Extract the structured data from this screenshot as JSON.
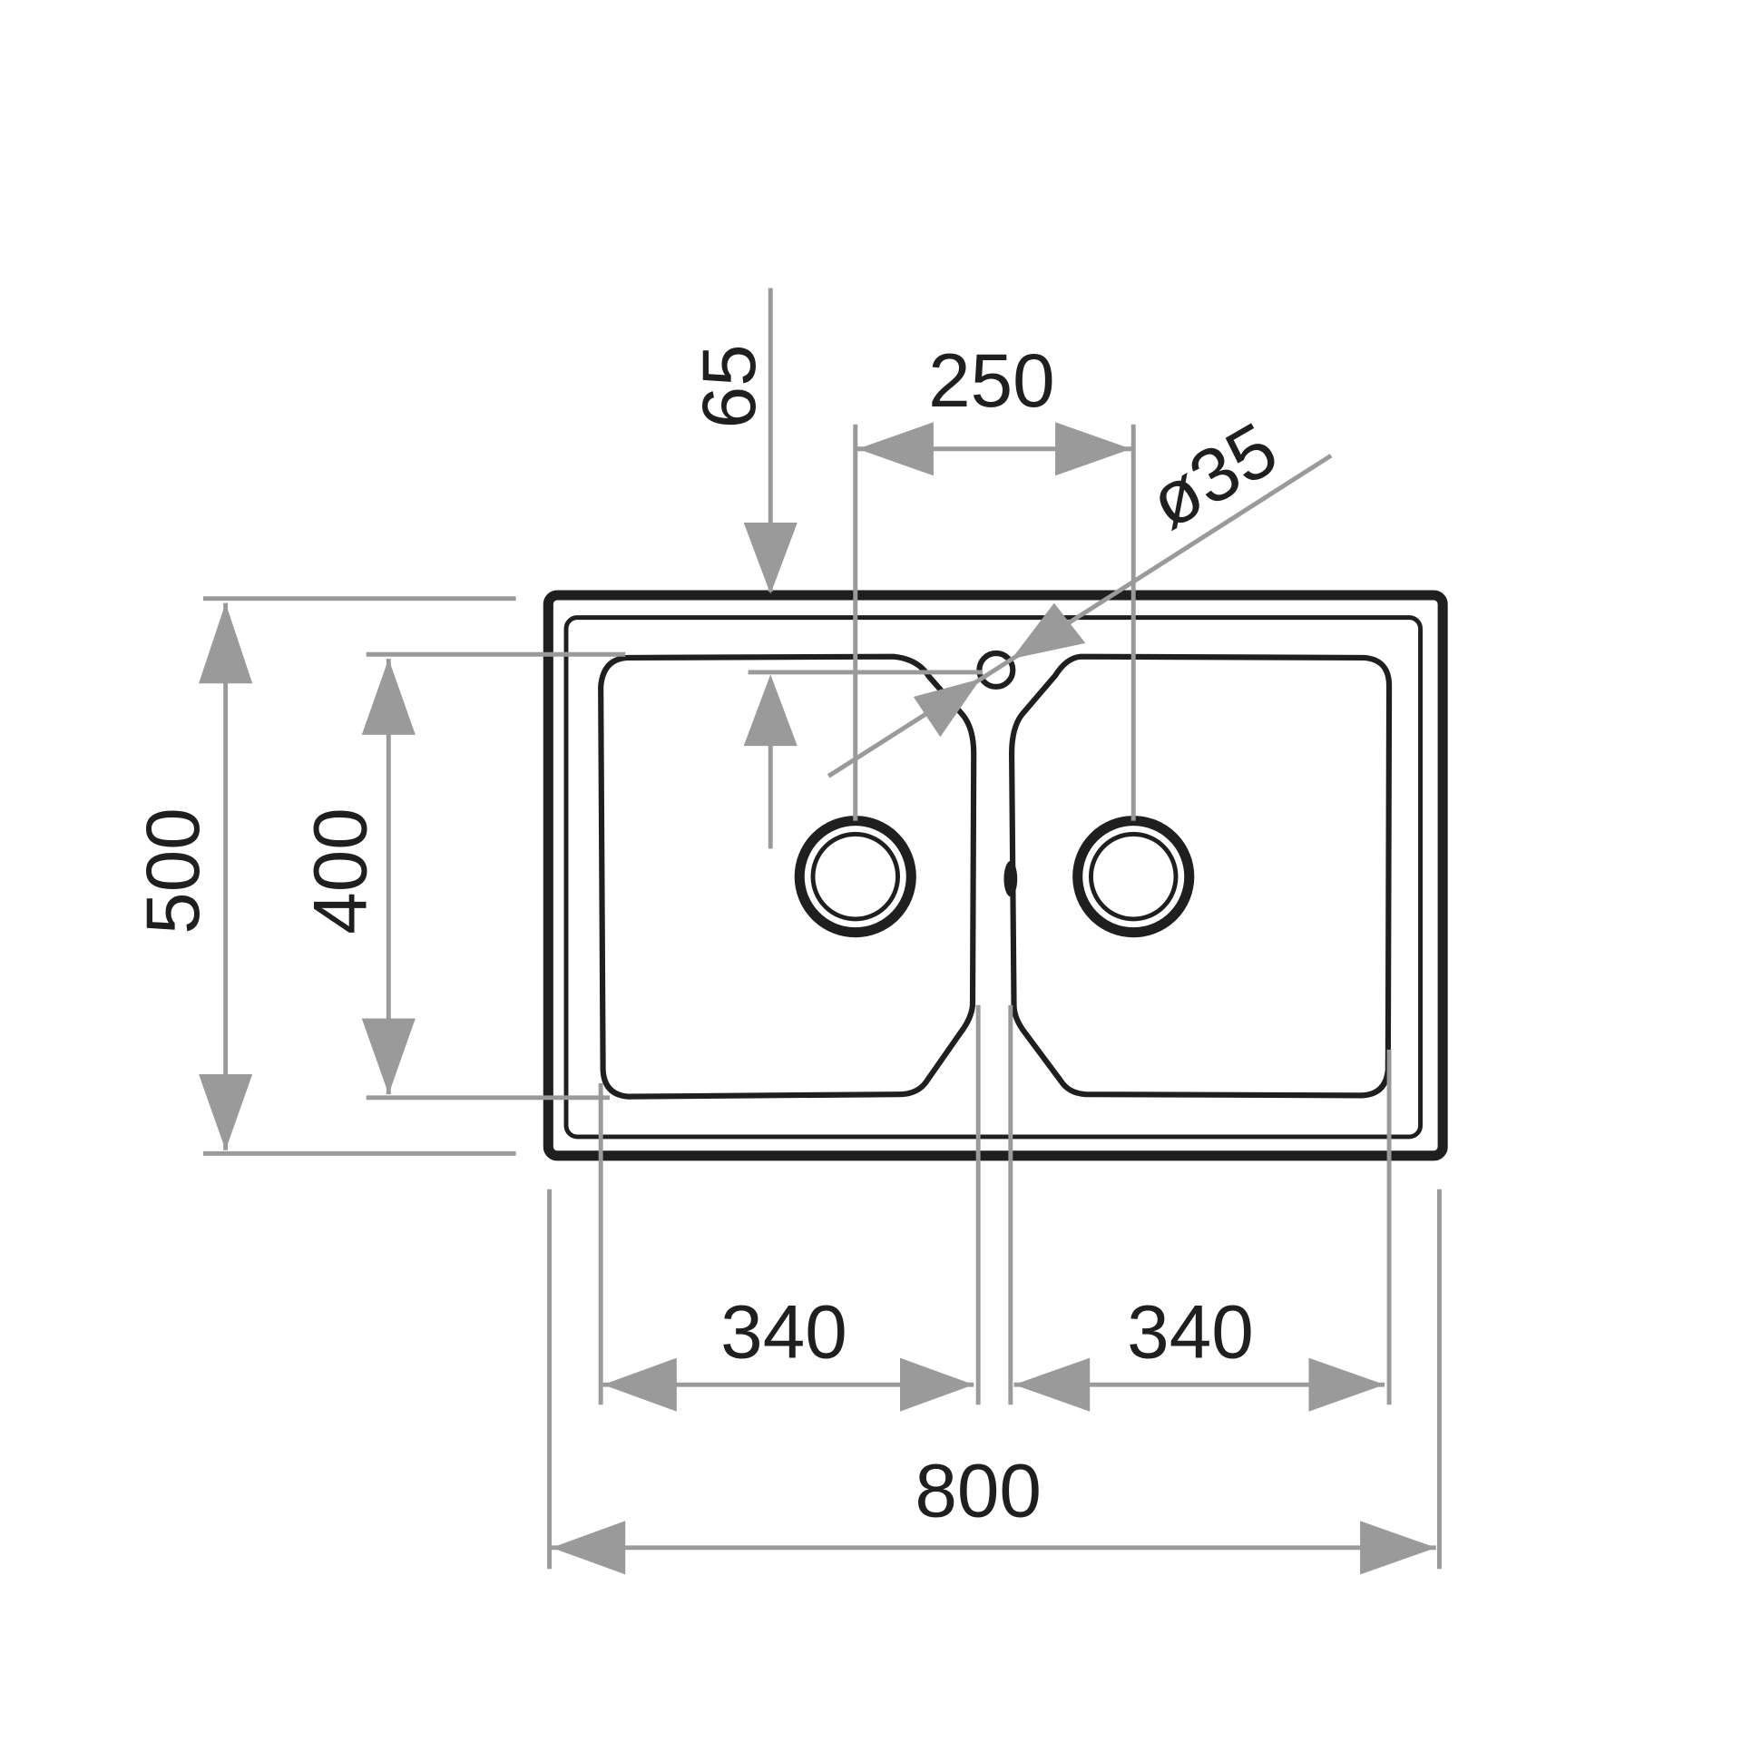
{
  "drawing": {
    "title": "Double bowl sink dimensions",
    "dimensions": {
      "tap_offset": "65",
      "drain_spacing": "250",
      "tap_hole_diameter": "ø35",
      "overall_depth": "500",
      "bowl_depth": "400",
      "left_bowl_width": "340",
      "right_bowl_width": "340",
      "overall_width": "800"
    },
    "colors": {
      "outline": "#1f1f1f",
      "dimension": "#9a9a9a"
    }
  }
}
